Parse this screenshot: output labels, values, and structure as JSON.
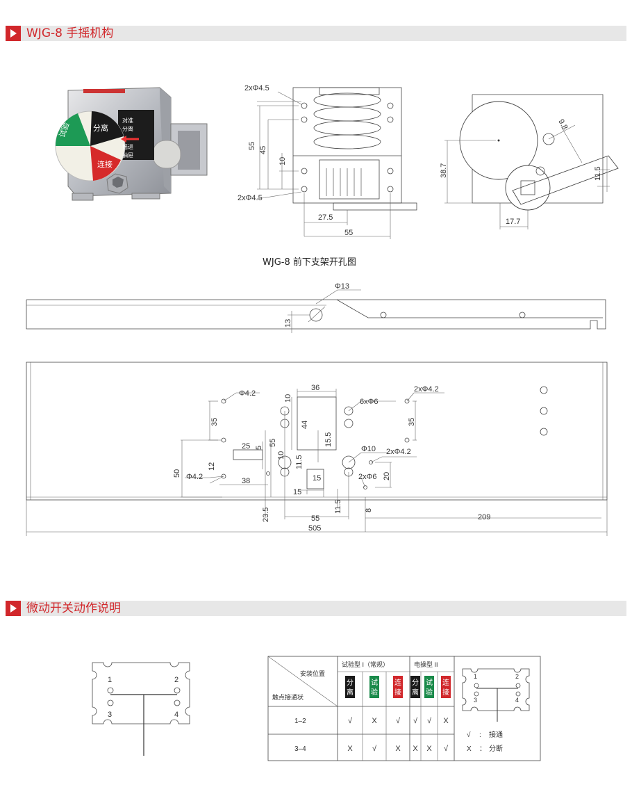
{
  "section1": {
    "title": "WJG-8 手摇机构"
  },
  "photo": {
    "wheel_labels": [
      "试验",
      "分离",
      "连接"
    ],
    "plate_labels": [
      "对准",
      "分离",
      "摇进",
      "抽屉"
    ]
  },
  "drawing_front": {
    "dims": [
      "2xΦ4.5",
      "2xΦ4.5",
      "55",
      "45",
      "10",
      "27.5",
      "55"
    ]
  },
  "drawing_side": {
    "dims": [
      "38.7",
      "9.8",
      "11.5",
      "17.7"
    ]
  },
  "caption": "WJG-8 前下支架开孔图",
  "rail": {
    "dims": [
      "Φ13",
      "13"
    ]
  },
  "panel": {
    "dims": [
      "Φ4.2",
      "35",
      "50",
      "12",
      "Φ4.2",
      "38",
      "25",
      "5",
      "55",
      "10",
      "36",
      "44",
      "15.5",
      "6xΦ6",
      "2xΦ4.2",
      "35",
      "Φ10",
      "2xΦ4.2",
      "2xΦ6",
      "20",
      "11.5",
      "15",
      "15",
      "11.5",
      "10",
      "8",
      "23.5",
      "55",
      "209",
      "505"
    ]
  },
  "section2": {
    "title": "微动开关动作说明"
  },
  "switch_left": {
    "contacts": [
      "1",
      "2",
      "3",
      "4"
    ]
  },
  "table": {
    "corner_top": "安装位置",
    "corner_bottom": "触点接通状",
    "group1": "试验型 I（常规）",
    "group2": "电操型 II",
    "col_labels": [
      "分离",
      "试验",
      "连接",
      "分离",
      "试验",
      "连接"
    ],
    "col_colors": [
      "#1a1a1a",
      "#1a8a4a",
      "#d1272b",
      "#1a1a1a",
      "#1a8a4a",
      "#d1272b"
    ],
    "rows": [
      {
        "label": "1–2",
        "cells": [
          "√",
          "X",
          "√",
          "√",
          "√",
          "X"
        ]
      },
      {
        "label": "3–4",
        "cells": [
          "X",
          "√",
          "X",
          "X",
          "X",
          "√"
        ]
      }
    ]
  },
  "switch_right": {
    "contacts": [
      "1",
      "2",
      "3",
      "4"
    ],
    "legend": [
      {
        "sym": "√",
        "sep": ":",
        "text": "接通"
      },
      {
        "sym": "X",
        "sep": "：",
        "text": "分断"
      }
    ]
  }
}
